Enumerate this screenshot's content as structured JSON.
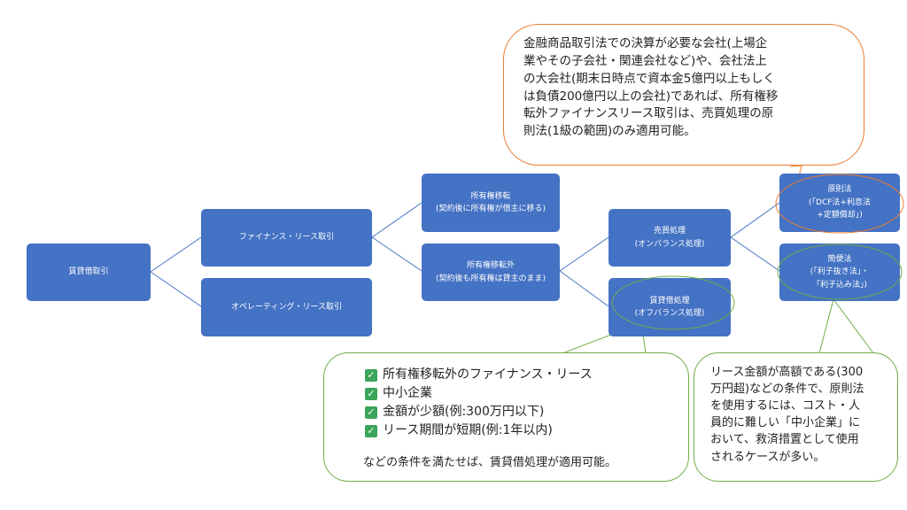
{
  "nodes": {
    "chintai": [
      "賃貸借取引"
    ],
    "finance": [
      "ファイナンス・リース取引"
    ],
    "operating": [
      "オペレーティング・リース取引"
    ],
    "iten": [
      "所有権移転",
      "(契約後に所有権が借主に移る)"
    ],
    "itengai": [
      "所有権移転外",
      "(契約後も所有権は貸主のまま)"
    ],
    "baibai": [
      "売買処理",
      "(オンバランス処理)"
    ],
    "chintaishori": [
      "賃貸借処理",
      "(オフバランス処理)"
    ],
    "gensoku": [
      "原則法",
      "(「DCF法+利息法",
      "+定額償却」)"
    ],
    "kanben": [
      "簡便法",
      "(「利子抜き法」・",
      "「利子込み法」)"
    ]
  },
  "callouts": {
    "top": "金融商品取引法での決算が必要な会社(上場企\n業やその子会社・関連会社など)や、会社法上\nの大会社(期末日時点で資本金5億円以上もしく\nは負債200億円以上の会社)であれば、所有権移\n転外ファイナンスリース取引は、売買処理の原\n則法(1級の範囲)のみ適用可能。",
    "bottom_left": {
      "items": [
        "所有権移転外のファイナンス・リース",
        "中小企業",
        "金額が少額(例:300万円以下)",
        "リース期間が短期(例:1年以内)"
      ],
      "footer": "などの条件を満たせば、賃貸借処理が適用可能。"
    },
    "bottom_right": "リース金額が高額である(300\n万円超)などの条件で、原則法\nを使用するには、コスト・人\n員的に難しい「中小企業」に\nおいて、救済措置として使用\nされるケースが多い。"
  },
  "colors": {
    "node_fill": "#4472C4",
    "connector": "#4472C4",
    "orange_outline": "#ED7D31",
    "green_outline": "#70AD47",
    "check_icon": "#3AA55B"
  }
}
